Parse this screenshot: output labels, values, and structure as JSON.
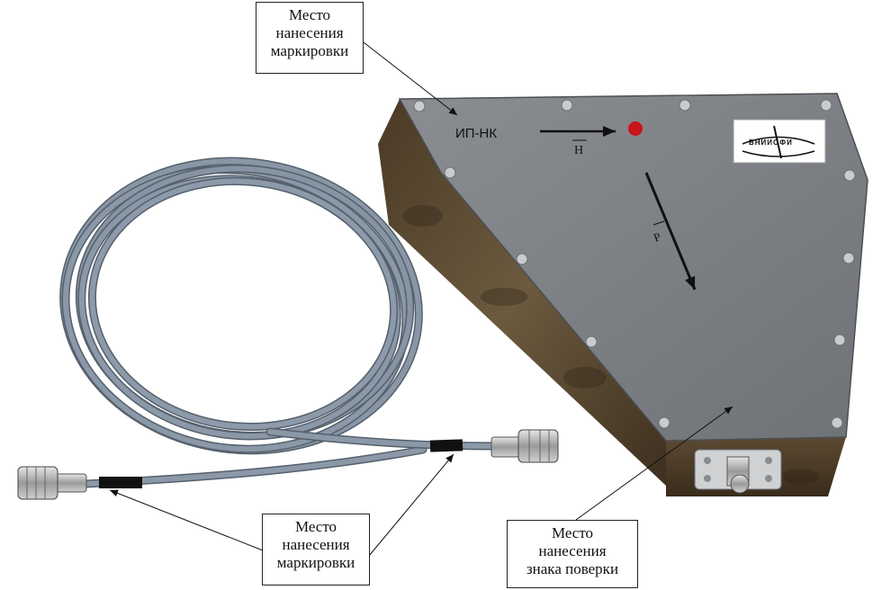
{
  "device": {
    "model_label": "ИП-НК",
    "vector_h_label": "H",
    "vector_p_label": "P",
    "logo_text": "ВНИИОФИ"
  },
  "callouts": {
    "top": {
      "lines": [
        "Место",
        "нанесения",
        "маркировки"
      ]
    },
    "bottom_left": {
      "lines": [
        "Место",
        "нанесения",
        "маркировки"
      ]
    },
    "bottom_right": {
      "lines": [
        "Место",
        "нанесения",
        "знака поверки"
      ]
    }
  },
  "colors": {
    "panel_top": "#7d8084",
    "panel_side": "#5b4a33",
    "cable": "#7a8898",
    "indicator_red": "#c8141a"
  }
}
